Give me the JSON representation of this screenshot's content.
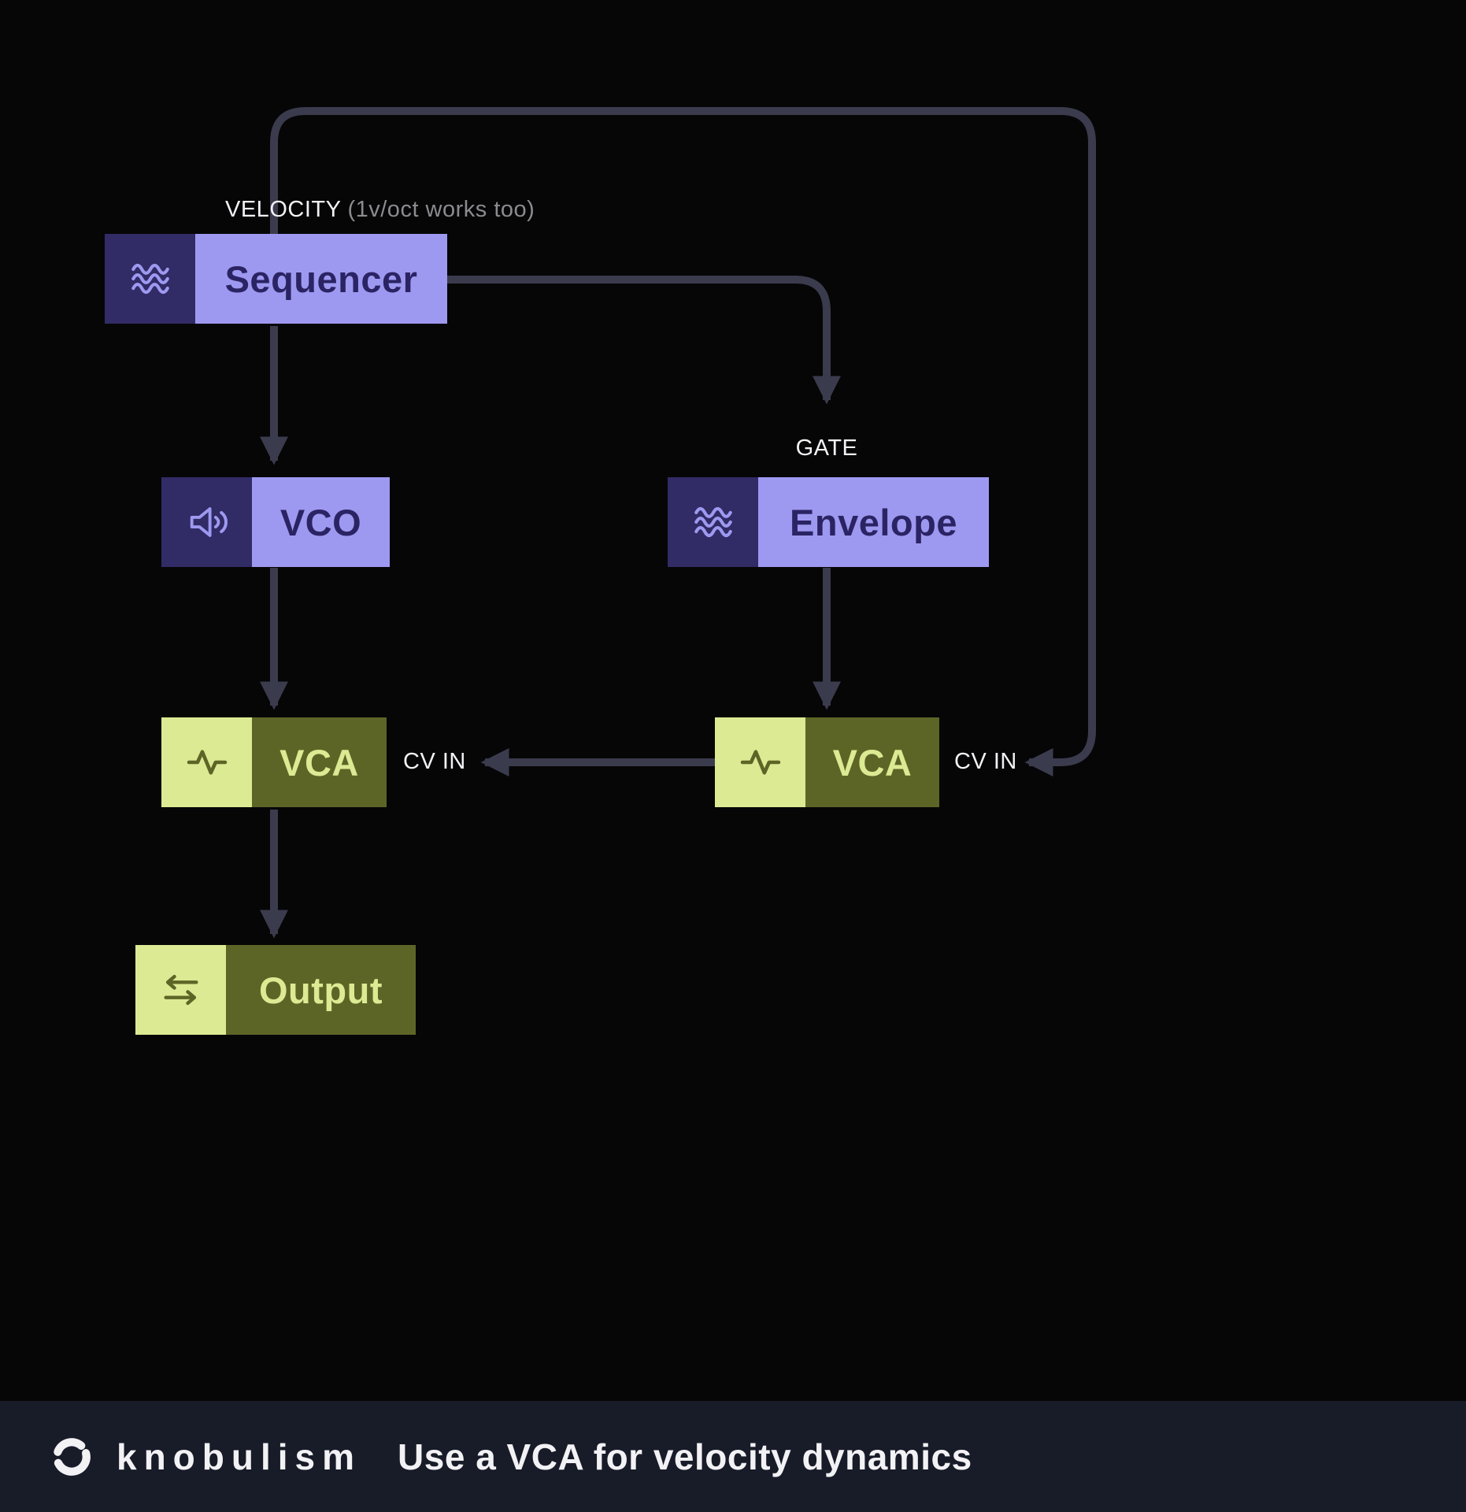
{
  "diagram": {
    "wire_labels": {
      "velocity": "VELOCITY",
      "velocity_note": "(1v/oct works too)",
      "gate": "GATE",
      "cv_in_left": "CV IN",
      "cv_in_right": "CV IN"
    },
    "nodes": {
      "sequencer": {
        "label": "Sequencer",
        "icon": "waves-icon"
      },
      "vco": {
        "label": "VCO",
        "icon": "speaker-icon"
      },
      "envelope": {
        "label": "Envelope",
        "icon": "waves-icon"
      },
      "vca_left": {
        "label": "VCA",
        "icon": "pulse-icon"
      },
      "vca_right": {
        "label": "VCA",
        "icon": "pulse-icon"
      },
      "output": {
        "label": "Output",
        "icon": "swap-arrows-icon"
      }
    },
    "colors": {
      "background": "#060607",
      "wire": "#3b3b4e",
      "module_purple_light": "#9e99f0",
      "module_purple_dark": "#312b66",
      "module_purple_text": "#2b2464",
      "module_green_light": "#dcea93",
      "module_green_dark": "#5d6526",
      "label_white": "#f2f2f5",
      "label_gray": "#8b8b90",
      "footer_background": "#181b28"
    }
  },
  "footer": {
    "brand": "knobulism",
    "title": "Use a VCA for velocity dynamics"
  }
}
